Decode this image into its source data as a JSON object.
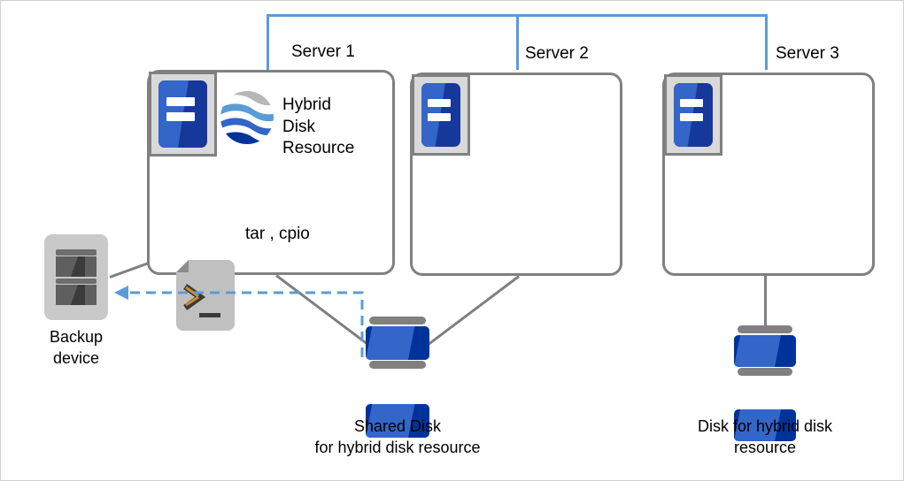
{
  "diagram": {
    "title": "Hybrid disk resource backup configuration",
    "network_bus": {
      "name": "interconnect",
      "color": "#5b9bd5"
    },
    "servers": [
      {
        "id": "server1",
        "label": "Server 1"
      },
      {
        "id": "server2",
        "label": "Server 2"
      },
      {
        "id": "server3",
        "label": "Server 3"
      }
    ],
    "resources": {
      "hybrid_disk_label": "Hybrid\nDisk\nResource",
      "hybrid_disk_icon": "globe-stripes-icon",
      "command_label": "tar , cpio",
      "command_icon": "terminal-script-icon"
    },
    "backup_device": {
      "label": "Backup\ndevice",
      "icon": "tape-drive-icon"
    },
    "storage": [
      {
        "id": "shared-disk",
        "label": "Shared Disk\nfor hybrid disk resource",
        "icon": "disk-stack-icon"
      },
      {
        "id": "hybrid-disk",
        "label": "Disk for hybrid disk\nresource",
        "icon": "disk-stack-icon"
      }
    ],
    "colors": {
      "network_blue": "#5b9bd5",
      "line_gray": "#808080",
      "disk_blue_light": "#3465c8",
      "disk_blue_dark": "#00339a",
      "device_gray": "#c9c9c9"
    },
    "flows": [
      {
        "name": "backup-flow",
        "style": "dashed-arrow",
        "color": "#5b9bd5",
        "direction": "to-backup-device"
      }
    ]
  }
}
